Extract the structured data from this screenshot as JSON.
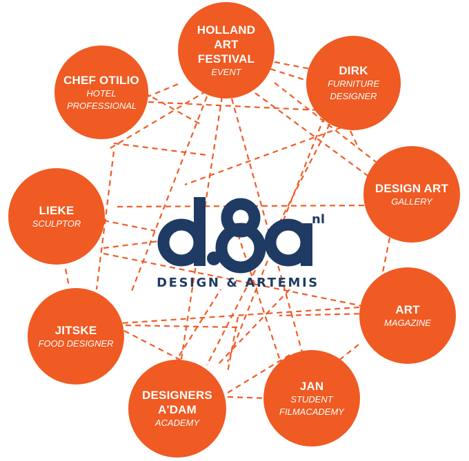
{
  "nodes": [
    {
      "id": "holland",
      "name": "HOLLAND ART FESTIVAL",
      "role": "EVENT"
    },
    {
      "id": "dirk",
      "name": "DIRK",
      "role": "FURNITURE DESIGNER"
    },
    {
      "id": "otilio",
      "name": "CHEF OTILIO",
      "role": "HOTEL PROFESSIONAL"
    },
    {
      "id": "designart",
      "name": "DESIGN ART",
      "role": "GALLERY"
    },
    {
      "id": "lieke",
      "name": "LIEKE",
      "role": "SCULPTOR"
    },
    {
      "id": "art",
      "name": "ART",
      "role": "MAGAZINE"
    },
    {
      "id": "jitske",
      "name": "JITSKE",
      "role": "FOOD DESIGNER"
    },
    {
      "id": "jan",
      "name": "JAN",
      "role": "STUDENT FILMACADEMY"
    },
    {
      "id": "designers",
      "name": "DESIGNERS A'DAM",
      "role": "ACADEMY"
    }
  ],
  "logo": {
    "mark": "d.&a",
    "superscript": "nl",
    "text": "DESIGN & ARTEMIS"
  },
  "colors": {
    "node": "#f05a23",
    "link": "#f05a23",
    "logo": "#1f3b63",
    "text": "#ffffff"
  }
}
